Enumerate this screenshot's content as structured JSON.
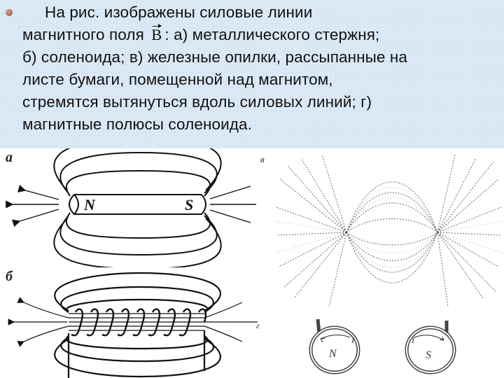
{
  "slide": {
    "bullet_icon": "bullet-dot",
    "paragraph": {
      "lines": [
        "На  рис. изображены  силовые  линии",
        "магнитного  поля",
        ":  а) металлического стержня;",
        "б) соленоида; в) железные опилки, рассыпанные на",
        "листе бумаги, помещенной над магнитом,",
        "стремятся вытянуться вдоль силовых линий; г)",
        "магнитные полюсы соленоида."
      ],
      "vector_symbol": "B"
    },
    "colors": {
      "text_background": "#d7e6f4",
      "figure_background": "#ffffff",
      "text": "#111111",
      "bullet": "#a05a48"
    }
  },
  "figure": {
    "panel_a": {
      "label": "а",
      "north": "N",
      "south": "S",
      "caption": "metal rod field lines"
    },
    "panel_b": {
      "label": "б",
      "caption": "solenoid field lines"
    },
    "panel_v": {
      "label": "в",
      "caption": "iron filings pattern"
    },
    "panel_g": {
      "label": "г",
      "left_pole": "N",
      "right_pole": "S",
      "current": "I"
    }
  }
}
